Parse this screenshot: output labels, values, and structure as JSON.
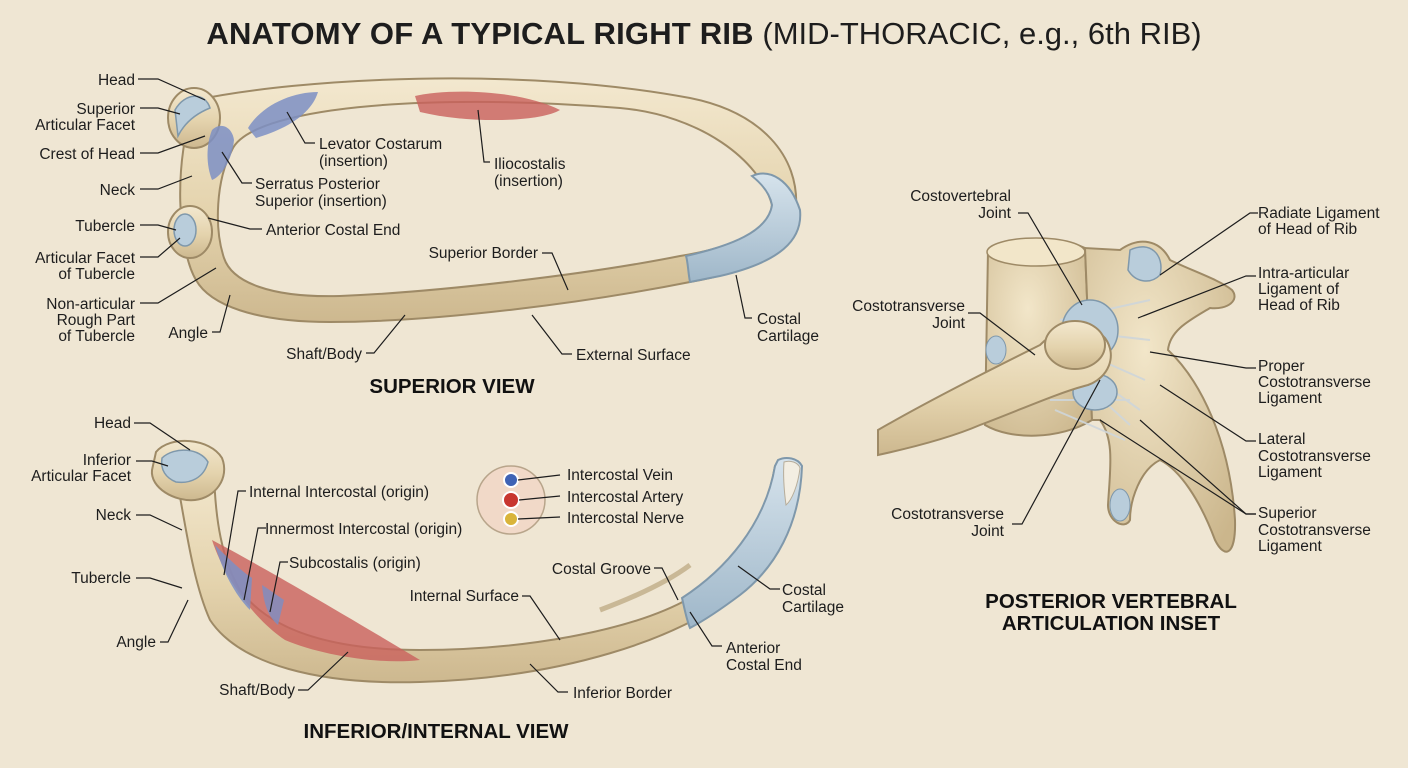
{
  "title": {
    "bold": "ANATOMY OF A TYPICAL RIGHT RIB",
    "light": "(MID-THORACIC, e.g., 6th RIB)"
  },
  "colors": {
    "background": "#efe6d3",
    "bone": "#e6d6b2",
    "bone_outline": "#9e8a66",
    "cartilage": "#b9cddb",
    "muscle_red": "#c9605c",
    "muscle_blue": "#7c8fc4",
    "vein": "#3f63b5",
    "artery": "#c8362f",
    "nerve": "#d9b43a"
  },
  "superior_view": {
    "heading": "SUPERIOR VIEW",
    "labels": {
      "head": "Head",
      "superior_articular_facet": [
        "Superior",
        "Articular Facet"
      ],
      "crest_of_head": "Crest of Head",
      "neck": "Neck",
      "tubercle": "Tubercle",
      "articular_facet_of_tubercle": [
        "Articular Facet",
        "of Tubercle"
      ],
      "non_articular_rough_part": [
        "Non-articular",
        "Rough Part",
        "of Tubercle"
      ],
      "angle": "Angle",
      "levator_costarum": [
        "Levator Costarum",
        "(insertion)"
      ],
      "serratus_posterior_superior": [
        "Serratus Posterior",
        "Superior (insertion)"
      ],
      "iliocostalis": [
        "Iliocostalis",
        "(insertion)"
      ],
      "anterior_costal_end": "Anterior Costal End",
      "superior_border": "Superior Border",
      "costal_cartilage": [
        "Costal",
        "Cartilage"
      ],
      "shaft_body": "Shaft/Body",
      "external_surface": "External Surface"
    }
  },
  "inferior_view": {
    "heading": "INFERIOR/INTERNAL VIEW",
    "labels": {
      "head": "Head",
      "inferior_articular_facet": [
        "Inferior",
        "Articular Facet"
      ],
      "neck": "Neck",
      "tubercle": "Tubercle",
      "angle": "Angle",
      "internal_intercostal": "Internal Intercostal (origin)",
      "innermost_intercostal": "Innermost Intercostal (origin)",
      "subcostalis": "Subcostalis (origin)",
      "intercostal_vein": "Intercostal Vein",
      "intercostal_artery": "Intercostal Artery",
      "intercostal_nerve": "Intercostal Nerve",
      "costal_groove": "Costal Groove",
      "internal_surface": "Internal Surface",
      "costal_cartilage": [
        "Costal",
        "Cartilage"
      ],
      "anterior_costal_end": [
        "Anterior",
        "Costal End"
      ],
      "shaft_body": "Shaft/Body",
      "inferior_border": "Inferior Border"
    }
  },
  "inset": {
    "heading": [
      "POSTERIOR VERTEBRAL",
      "ARTICULATION INSET"
    ],
    "labels": {
      "costovertebral_joint": [
        "Costovertebral",
        "Joint"
      ],
      "costotransverse_joint_upper": [
        "Costotransverse",
        "Joint"
      ],
      "costotransverse_joint_lower": [
        "Costotransverse",
        "Joint"
      ],
      "radiate_ligament": [
        "Radiate Ligament",
        "of Head of Rib"
      ],
      "intra_articular_ligament": [
        "Intra-articular",
        "Ligament of",
        "Head of Rib"
      ],
      "proper_costotransverse": [
        "Proper",
        "Costotransverse",
        "Ligament"
      ],
      "lateral_costotransverse": [
        "Lateral",
        "Costotransverse",
        "Ligament"
      ],
      "superior_costotransverse": [
        "Superior",
        "Costotransverse",
        "Ligament"
      ]
    }
  }
}
